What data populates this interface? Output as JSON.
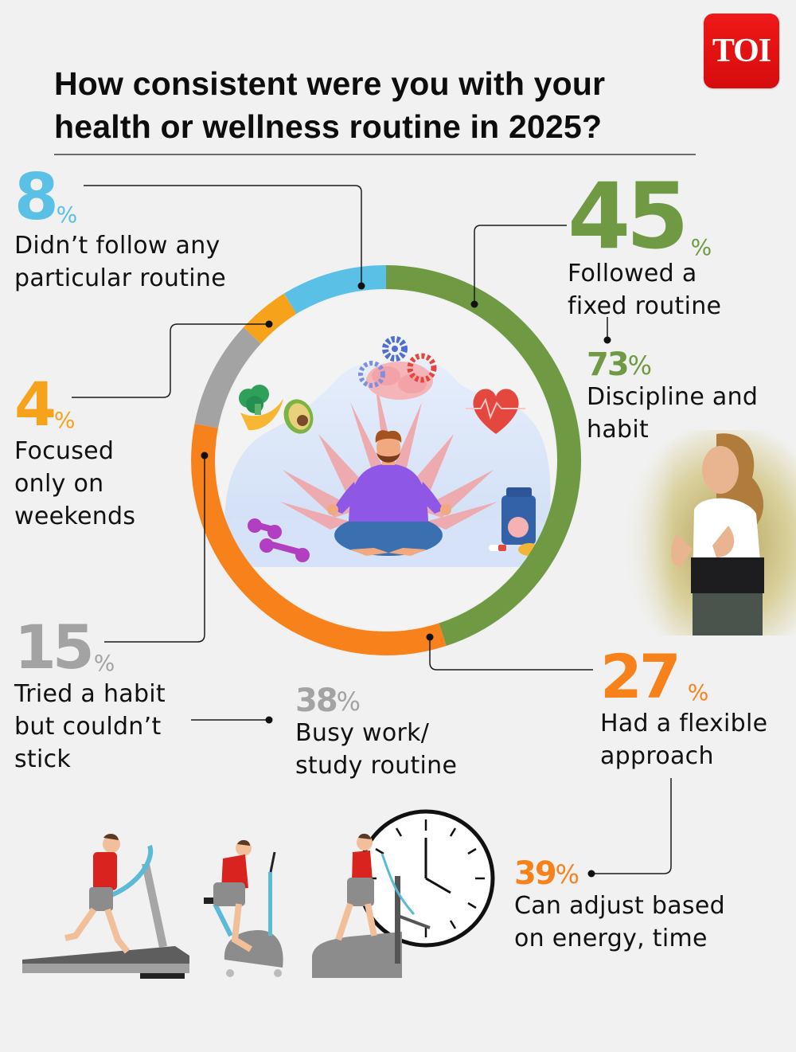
{
  "header": {
    "title": "How consistent were you with your health or wellness routine in 2025?",
    "title_line1": "How consistent were you with your",
    "title_line2": "health or wellness routine in 2025?",
    "logo_text": "TOI",
    "logo_color": "#e31212"
  },
  "stats": {
    "no_routine": {
      "value": "8",
      "unit": "%",
      "label": "Didn’t follow any\nparticular routine",
      "color": "#5bc0e6"
    },
    "fixed_routine": {
      "value": "45",
      "unit": "%",
      "label": "Followed a\nfixed routine",
      "color": "#6f9a43"
    },
    "discipline": {
      "value": "73",
      "unit": "%",
      "label": "Discipline and\nhabit",
      "color": "#6f9a43"
    },
    "weekends": {
      "value": "4",
      "unit": "%",
      "label": "Focused\nonly on\nweekends",
      "color": "#f7a21b"
    },
    "couldnt_stick": {
      "value": "15",
      "unit": "%",
      "label": "Tried a habit\nbut couldn’t\nstick",
      "color": "#a3a3a3"
    },
    "busy": {
      "value": "38",
      "unit": "%",
      "label": "Busy work/\nstudy routine",
      "color": "#a3a3a3"
    },
    "flexible": {
      "value": "27",
      "unit": "%",
      "label": "Had a flexible\napproach",
      "color": "#f7821b"
    },
    "adjust": {
      "value": "39",
      "unit": "%",
      "label": "Can adjust based\non energy, time",
      "color": "#f7821b"
    }
  },
  "illustrations": {
    "center": "meditation-illustration",
    "runner_photo": "woman-jogging-photo",
    "gym_row": [
      "treadmill-runner",
      "exercise-bike-rider",
      "stair-climber-with-clock"
    ]
  },
  "chart_data": {
    "type": "pie",
    "variant": "donut",
    "title": "How consistent were you with your health or wellness routine in 2025?",
    "categories": [
      "Followed a fixed routine",
      "Had a flexible approach",
      "Tried a habit but couldn’t stick",
      "Focused only on weekends",
      "Didn’t follow any particular routine"
    ],
    "values": [
      45,
      27,
      15,
      4,
      8
    ],
    "unit": "%",
    "colors": [
      "#6f9a43",
      "#f7821b",
      "#a3a3a3",
      "#f7a21b",
      "#5bc0e6"
    ],
    "start_angle": "12 o'clock, clockwise",
    "sub_stats": [
      {
        "parent": "Followed a fixed routine",
        "label": "Discipline and habit",
        "value": 73
      },
      {
        "parent": "Had a flexible approach",
        "label": "Can adjust based on energy, time",
        "value": 39
      },
      {
        "parent": "Tried a habit but couldn’t stick",
        "label": "Busy work/study routine",
        "value": 38
      }
    ],
    "legend": "none (direct labels with leader lines)"
  }
}
